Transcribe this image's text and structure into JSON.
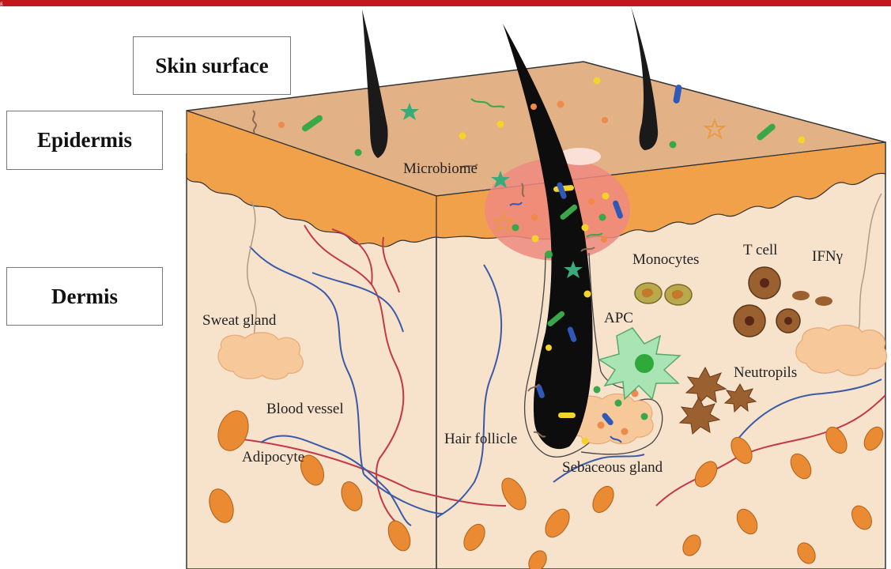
{
  "corner_mark": "g",
  "layers": {
    "surface": "Skin surface",
    "epidermis": "Epidermis",
    "dermis": "Dermis"
  },
  "labels": {
    "microbiome": "Microbiome",
    "monocytes": "Monocytes",
    "t_cell": "T cell",
    "ifn": "IFNγ",
    "apc": "APC",
    "neutrophils": "Neutropils",
    "sweat_gland": "Sweat gland",
    "blood_vessel": "Blood vessel",
    "adipocyte": "Adipocyte",
    "hair_follicle": "Hair follicle",
    "sebaceous_gland": "Sebaceous gland"
  },
  "colors": {
    "header_bar": "#c0181d",
    "dermis": "#f7e2cc",
    "surface_top": "#e2b185",
    "epidermis": "#f0a14a",
    "hair": "#0d0d0d",
    "artery": "#c23a4a",
    "vein": "#3a5aa8",
    "fat_cell": "#ea8a32",
    "sweat_gland": "#f6c89a",
    "microbiome_zone": "#ee8a80",
    "apc": "#a9e4b4"
  }
}
